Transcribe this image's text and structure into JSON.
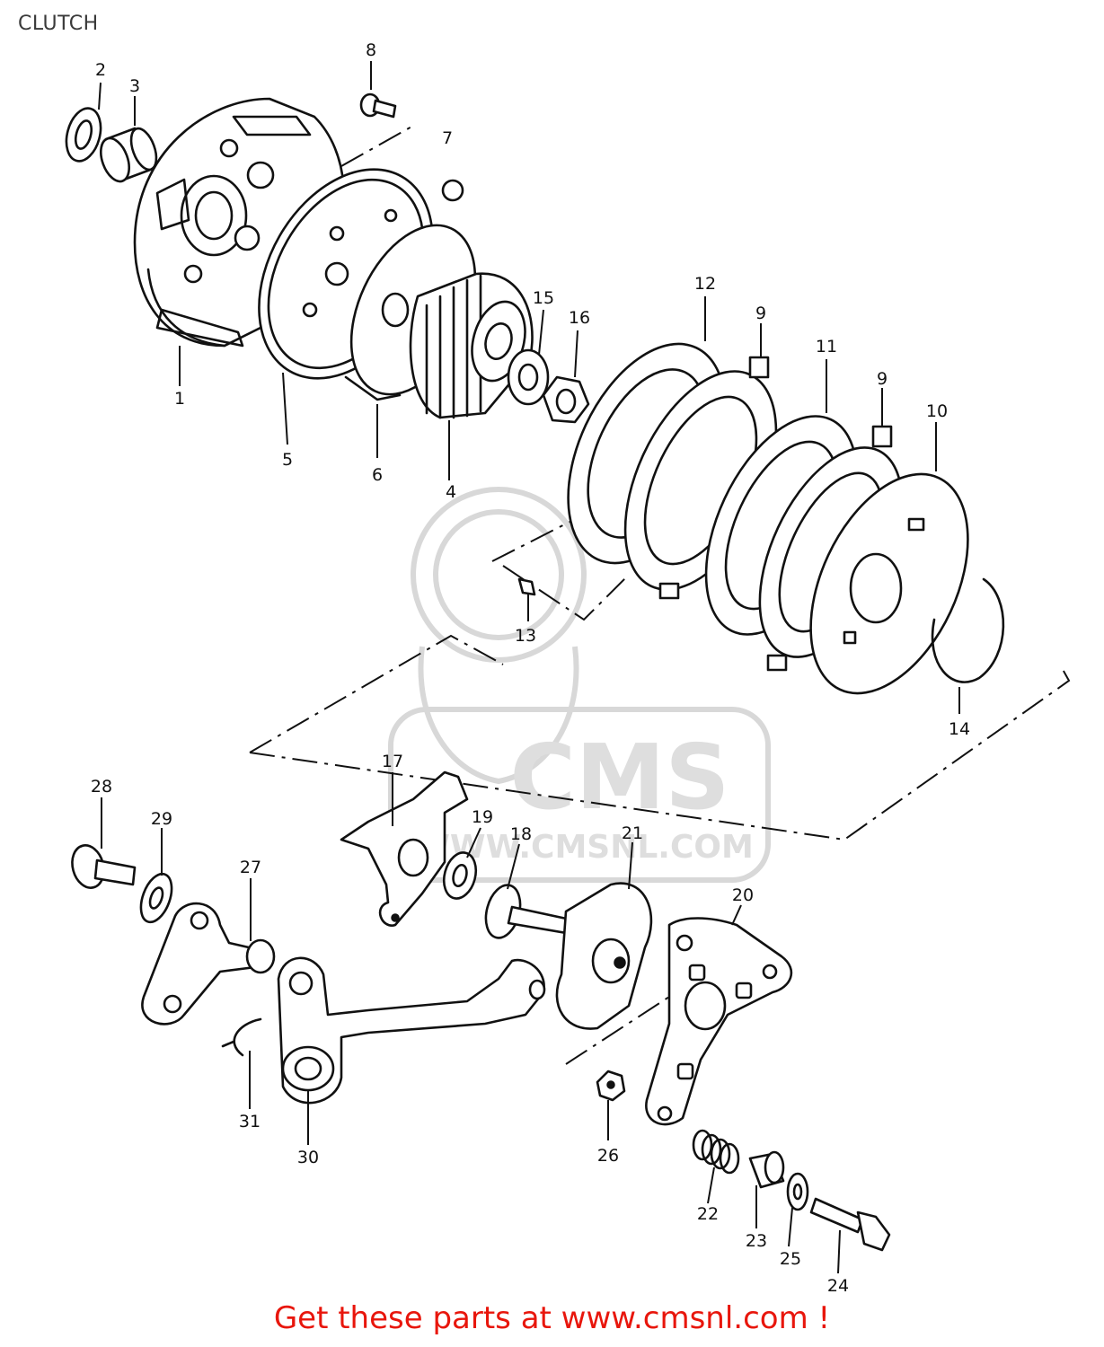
{
  "title": "CLUTCH",
  "footer": "Get these parts at www.cmsnl.com !",
  "watermark": {
    "brand": "CMS",
    "url": "WWW.CMSNL.COM"
  },
  "callouts": {
    "c1": "1",
    "c2": "2",
    "c3": "3",
    "c4": "4",
    "c5": "5",
    "c6": "6",
    "c7": "7",
    "c8": "8",
    "c9a": "9",
    "c9b": "9",
    "c10": "10",
    "c11": "11",
    "c12": "12",
    "c13": "13",
    "c14": "14",
    "c15": "15",
    "c16": "16",
    "c17": "17",
    "c18": "18",
    "c19": "19",
    "c20": "20",
    "c21": "21",
    "c22": "22",
    "c23": "23",
    "c24": "24",
    "c25": "25",
    "c26": "26",
    "c27": "27",
    "c28": "28",
    "c29": "29",
    "c30": "30",
    "c31": "31"
  },
  "colors": {
    "footer": "#e8160c",
    "line": "#111111",
    "watermark": "#d8d8d8"
  }
}
